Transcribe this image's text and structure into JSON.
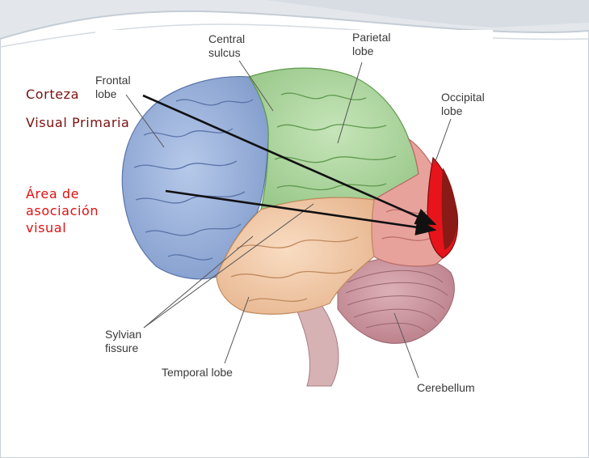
{
  "slide": {
    "labels": {
      "corteza": "Corteza",
      "visual_primaria": "Visual Primaria",
      "area_asociacion": "Área de\nasociación\nvisual"
    }
  },
  "figure": {
    "labels": {
      "central_sulcus": "Central\nsulcus",
      "parietal_lobe": "Parietal\nlobe",
      "frontal_lobe": "Frontal\nlobe",
      "occipital_lobe": "Occipital\nlobe",
      "sylvian_fissure": "Sylvian\nfissure",
      "temporal_lobe": "Temporal lobe",
      "cerebellum": "Cerebellum"
    }
  },
  "colors": {
    "frontal": "#8fa9d6",
    "parietal": "#a9d49b",
    "temporal": "#f2c9a6",
    "occipital": "#e99a95",
    "primary_visual": "#e8141b",
    "primary_visual_dark": "#8a1a16",
    "cerebellum": "#c98f99",
    "corteza_text": "#7a1010",
    "asociacion_text": "#e01010"
  }
}
